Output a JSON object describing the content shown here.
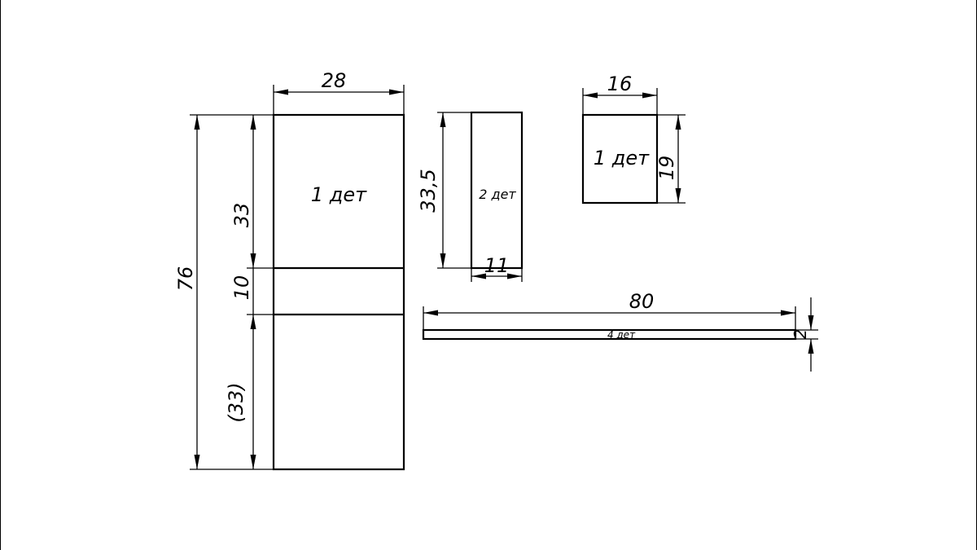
{
  "drawing": {
    "parts": {
      "large_panel": {
        "label": "1 дет"
      },
      "narrow_panel": {
        "label": "2 дет"
      },
      "small_square": {
        "label": "1 дет"
      },
      "long_strip": {
        "label": "4 дет"
      }
    },
    "dimensions": {
      "large_panel_width": "28",
      "large_panel_total_height": "76",
      "large_panel_top_section": "33",
      "large_panel_middle_section": "10",
      "large_panel_bottom_section": "(33)",
      "narrow_panel_height": "33,5",
      "narrow_panel_width": "11",
      "small_square_width": "16",
      "small_square_height": "19",
      "long_strip_length": "80",
      "long_strip_thickness": "2"
    }
  }
}
